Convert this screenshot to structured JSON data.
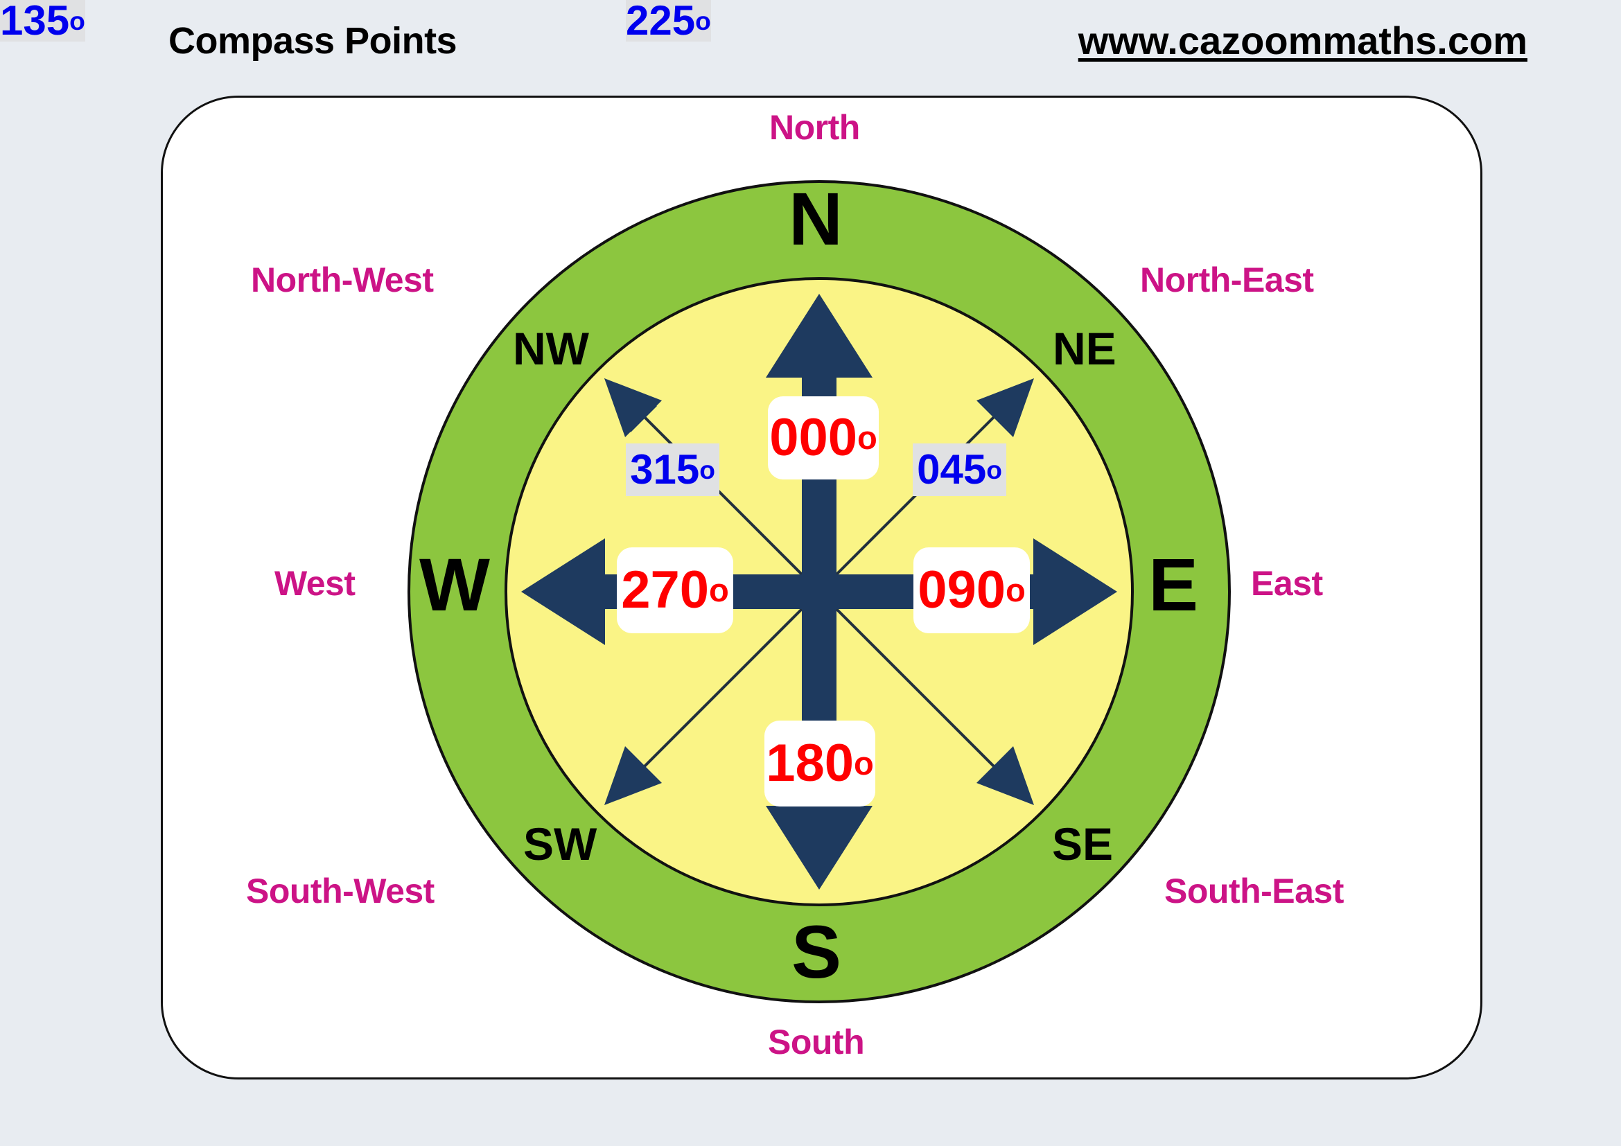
{
  "page": {
    "background_color": "#e8ecf1",
    "card_background": "#ffffff"
  },
  "header": {
    "title": "Compass Points",
    "website": "www.cazoommaths.com"
  },
  "colors": {
    "outer_ring": "#8CC63F",
    "inner_disc": "#FAF486",
    "arrow_navy": "#1E3A5F",
    "label_magenta": "#CC1386",
    "bearing_red": "#FF0000",
    "bearing_blue": "#0000EE",
    "chip_grey": "#e0e1e3",
    "outline_black": "#111111"
  },
  "compass": {
    "outer_labels": [
      {
        "key": "north",
        "text": "North"
      },
      {
        "key": "north_west",
        "text": "North-West"
      },
      {
        "key": "north_east",
        "text": "North-East"
      },
      {
        "key": "west",
        "text": "West"
      },
      {
        "key": "east",
        "text": "East"
      },
      {
        "key": "south_west",
        "text": "South-West"
      },
      {
        "key": "south_east",
        "text": "South-East"
      },
      {
        "key": "south",
        "text": "South"
      }
    ],
    "abbreviations": [
      {
        "key": "n",
        "text": "N"
      },
      {
        "key": "s",
        "text": "S"
      },
      {
        "key": "w",
        "text": "W"
      },
      {
        "key": "e",
        "text": "E"
      },
      {
        "key": "nw",
        "text": "NW"
      },
      {
        "key": "ne",
        "text": "NE"
      },
      {
        "key": "sw",
        "text": "SW"
      },
      {
        "key": "se",
        "text": "SE"
      }
    ],
    "bearings": [
      {
        "key": "b000",
        "value": "000",
        "symbol": "o",
        "direction": "North",
        "style": "cardinal"
      },
      {
        "key": "b045",
        "value": "045",
        "symbol": "o",
        "direction": "North-East",
        "style": "ordinal"
      },
      {
        "key": "b090",
        "value": "090",
        "symbol": "o",
        "direction": "East",
        "style": "cardinal"
      },
      {
        "key": "b135",
        "value": "135",
        "symbol": "o",
        "direction": "South-East",
        "style": "ordinal"
      },
      {
        "key": "b180",
        "value": "180",
        "symbol": "o",
        "direction": "South",
        "style": "cardinal"
      },
      {
        "key": "b225",
        "value": "225",
        "symbol": "o",
        "direction": "South-West",
        "style": "ordinal"
      },
      {
        "key": "b270",
        "value": "270",
        "symbol": "o",
        "direction": "West",
        "style": "cardinal"
      },
      {
        "key": "b315",
        "value": "315",
        "symbol": "o",
        "direction": "North-West",
        "style": "ordinal"
      }
    ]
  }
}
